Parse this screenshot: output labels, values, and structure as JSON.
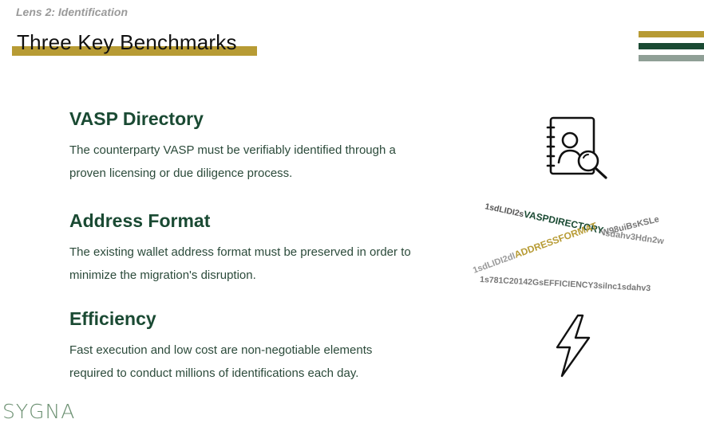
{
  "header": {
    "lens_label": "Lens 2: Identification",
    "title": "Three Key Benchmarks"
  },
  "decor": {
    "stripe_colors": [
      "#b79b34",
      "#1a4a33",
      "#8f9f96"
    ],
    "accent": "#b79b34",
    "brand_green": "#1a4a33"
  },
  "sections": [
    {
      "heading": "VASP Directory",
      "line1": "The counterparty VASP must be verifiably identified through a",
      "line2": "proven licensing or due diligence process.",
      "icon": "address-book-search-icon"
    },
    {
      "heading": "Address Format",
      "line1": "The existing wallet address format must be preserved in order to",
      "line2": "minimize the migration's disruption.",
      "icon": "address-wordcloud"
    },
    {
      "heading": "Efficiency",
      "line1": "Fast execution and low cost are non-negotiable elements",
      "line2": "required to conduct millions of identifications each day.",
      "icon": "lightning-bolt-icon"
    }
  ],
  "wordcloud": {
    "w1a": "1sdLIDI2s",
    "w1b": "VASPDIRECTORY",
    "w2": "W98uiBsKSLe",
    "w3": "sdahv3Hdn2w",
    "w4a": "1sdLIDI2dl",
    "w4b": "ADDRESSFORMAT",
    "w5": "1s781C20142GsEFFICIENCY3silnc1sdahv3"
  },
  "footer": {
    "logo": "SYGNA"
  }
}
